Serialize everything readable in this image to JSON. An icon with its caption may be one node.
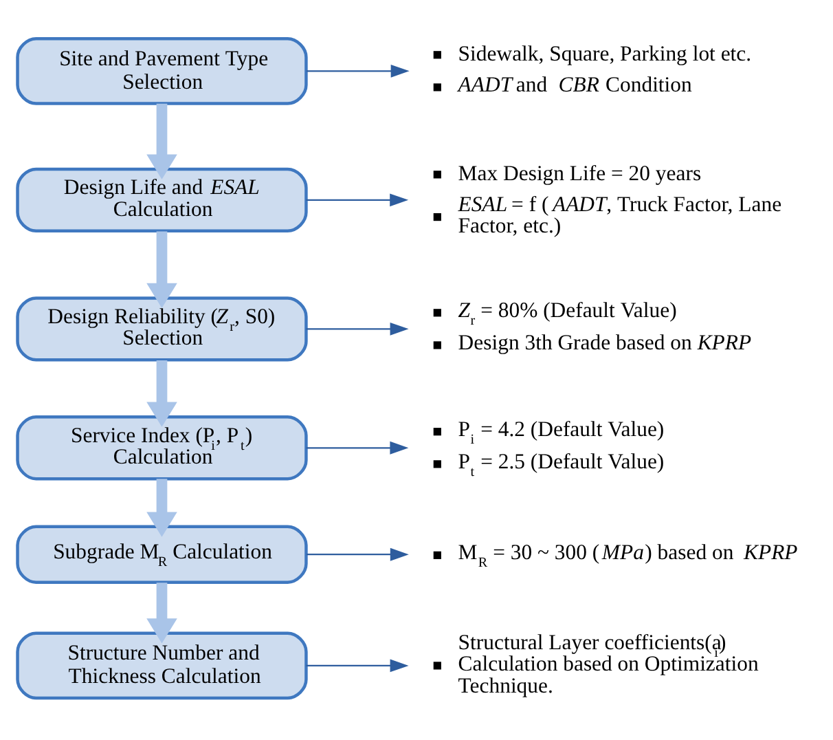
{
  "diagram": {
    "nodes": [
      {
        "text": [
          "Site and Pavement Type Selection"
        ]
      },
      {
        "text": [
          "Sidewalk, Square, Parking lot etc.",
          "*AADT* and *CBR* Condition"
        ]
      },
      {
        "text": [
          "Design Life and *ESAL* Calculation"
        ]
      },
      {
        "text": [
          "Max Design Life = 20 years",
          "*ESAL* = f (*AADT*, Truck Factor, Lane Factor, etc.)"
        ]
      },
      {
        "text": [
          "Design Reliability (*Z*$_{r}$, S0) Selection"
        ]
      },
      {
        "text": [
          "*Z*$_{r}$ = 80% (Default Value)",
          "Design 3th Grade based on *KPRP*"
        ]
      },
      {
        "text": [
          "Service Index (P$_{i}$, P$_{t}$) Calculation"
        ]
      },
      {
        "text": [
          "P$_{i}$ = 4.2 (Default Value)",
          "P$_{t}$ = 2.5 (Default Value)"
        ]
      },
      {
        "text": [
          "Subgrade M$_{R}$ Calculation"
        ]
      },
      {
        "text": [
          "M$_{R}$ = 30 ~ 300 (*MPa*) based on *KPRP*"
        ]
      },
      {
        "text": [
          "Structure Number and Thickness Calculation"
        ]
      },
      {
        "text": [
          "Structural Layer coefficients(a$_{i}$) Calculation based on Optimization Technique."
        ]
      }
    ],
    "edges": [
      {
        "from": 0,
        "to": 1,
        "arrow": "to"
      },
      {
        "from": 0,
        "to": 2,
        "arrow": "to",
        "style": "thick",
        "color": "#a9c4e8"
      },
      {
        "from": 2,
        "to": 3,
        "arrow": "to"
      },
      {
        "from": 2,
        "to": 4,
        "arrow": "to",
        "style": "thick",
        "color": "#a9c4e8"
      },
      {
        "from": 4,
        "to": 5,
        "arrow": "to"
      },
      {
        "from": 4,
        "to": 6,
        "arrow": "to",
        "style": "thick",
        "color": "#a9c4e8"
      },
      {
        "from": 6,
        "to": 7,
        "arrow": "to"
      },
      {
        "from": 6,
        "to": 8,
        "arrow": "to",
        "style": "thick",
        "color": "#a9c4e8"
      },
      {
        "from": 8,
        "to": 9,
        "arrow": "to"
      },
      {
        "from": 8,
        "to": 10,
        "arrow": "to",
        "style": "thick",
        "color": "#a9c4e8"
      },
      {
        "from": 10,
        "to": 11,
        "arrow": "to"
      }
    ]
  }
}
